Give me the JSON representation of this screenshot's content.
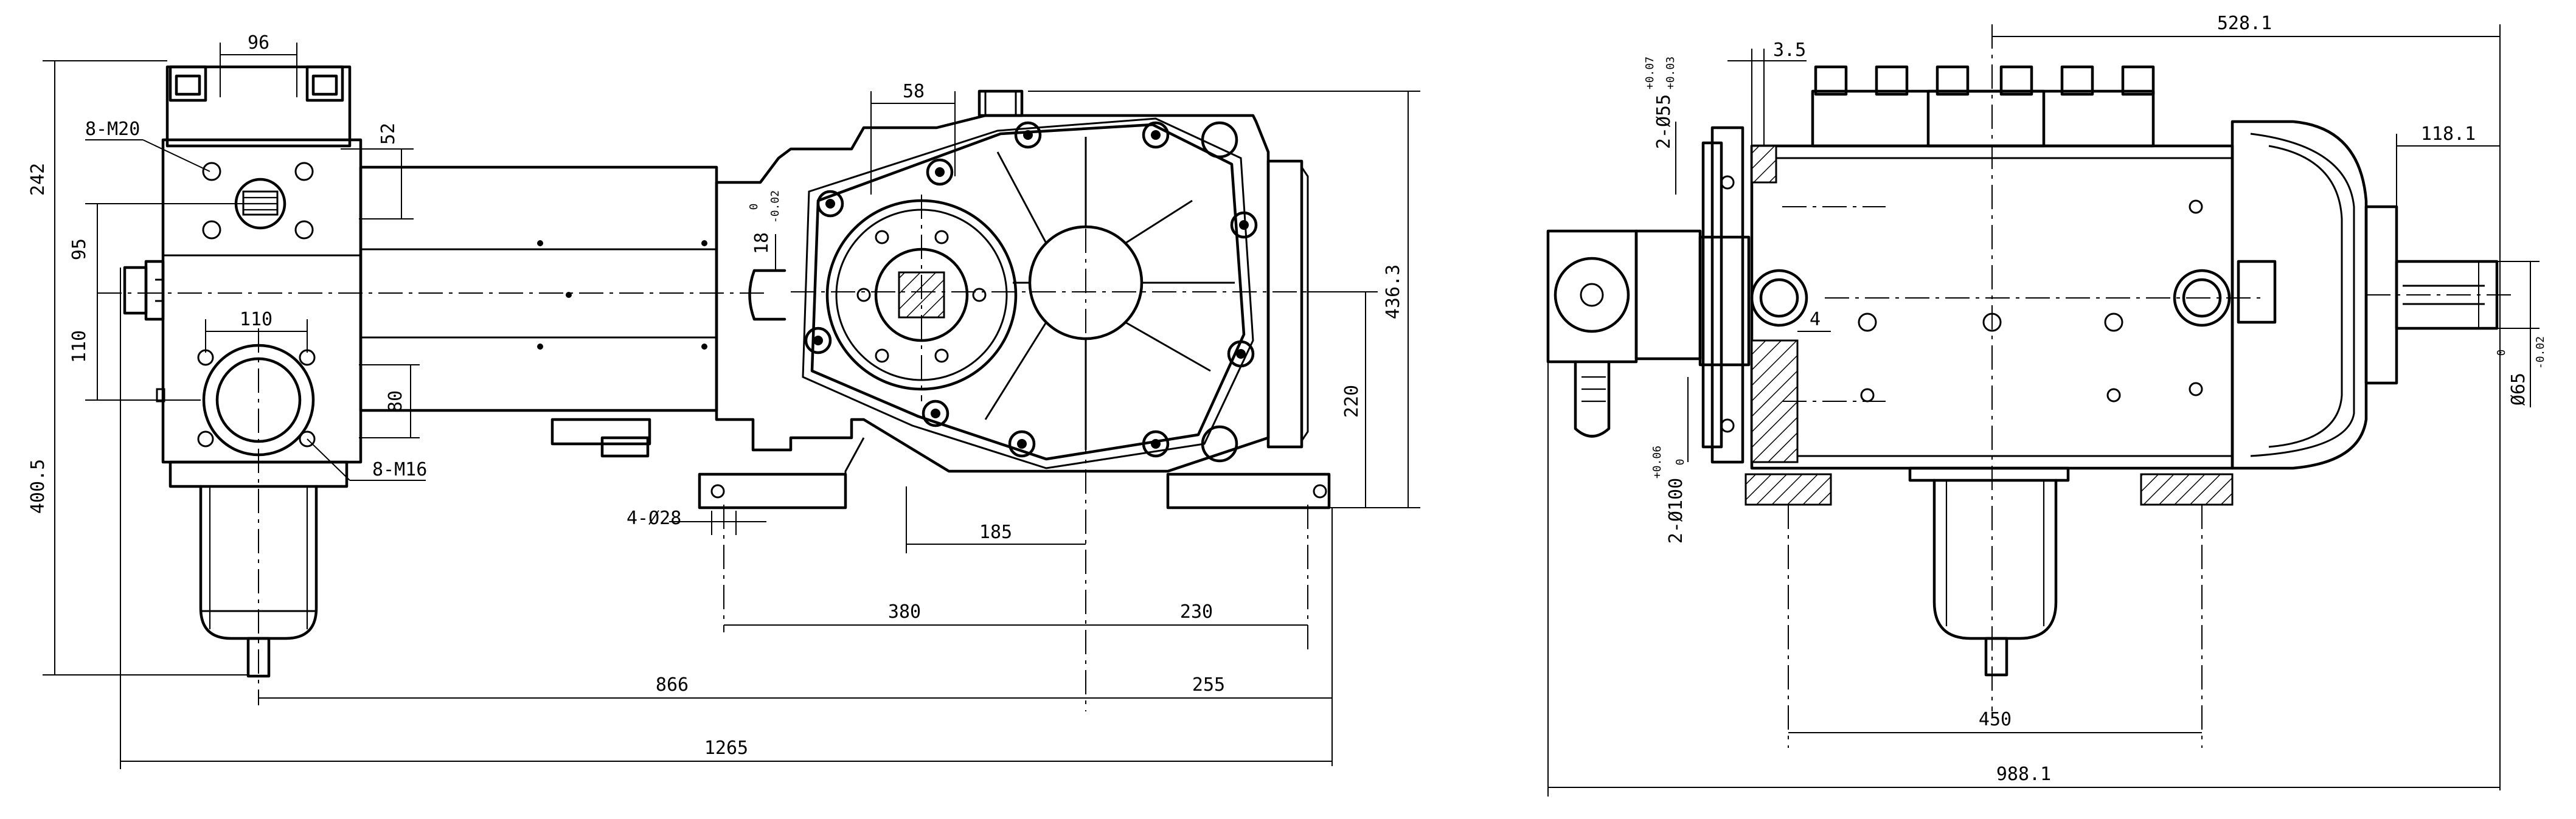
{
  "front_view": {
    "dims": {
      "d96": "96",
      "d242": "242",
      "d52": "52",
      "d95": "95",
      "d110v": "110",
      "d110h": "110",
      "d80": "80",
      "d400_5": "400.5",
      "d58": "58",
      "d18": "18",
      "d18_tol_upper": "0",
      "d18_tol_lower": "-0.02",
      "d436_3": "436.3",
      "d220": "220",
      "d185": "185",
      "d380": "380",
      "d230": "230",
      "d866": "866",
      "d255": "255",
      "d1265": "1265",
      "holes_28": "4-Ø28"
    },
    "labels": {
      "m20": "8-M20",
      "m16": "8-M16"
    }
  },
  "side_view": {
    "dims": {
      "d528_1": "528.1",
      "d3_5": "3.5",
      "d55_label": "2-Ø55",
      "d55_tol_upper": "+0.07",
      "d55_tol_lower": "+0.03",
      "d118_1": "118.1",
      "d4": "4",
      "d65_label": "Ø65",
      "d65_tol_upper": "0",
      "d65_tol_lower": "-0.02",
      "d100_label": "2-Ø100",
      "d100_tol_upper": "+0.06",
      "d100_tol_lower": "0",
      "d450": "450",
      "d988_1": "988.1"
    }
  }
}
